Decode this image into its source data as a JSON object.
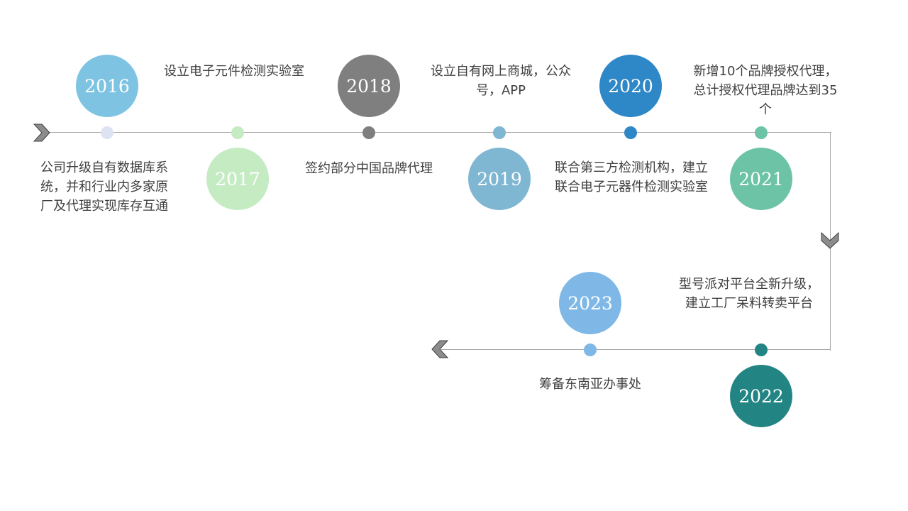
{
  "timeline": {
    "line_color": "#a6a6a6",
    "arrow_color": "#8c8c8c",
    "events": [
      {
        "year": "2016",
        "text": "公司升级自有数据库系统，并和行业内多家原厂及代理实现库存互通",
        "color": "#7ec4e2",
        "dot_color": "#dde3f2"
      },
      {
        "year": "2017",
        "text": "设立电子元件检测实验室",
        "color": "#c5ebc3",
        "dot_color": "#c5ebc3"
      },
      {
        "year": "2018",
        "text": "签约部分中国品牌代理",
        "color": "#7f7f7f",
        "dot_color": "#7f7f7f"
      },
      {
        "year": "2019",
        "text": "设立自有网上商城，公众号，APP",
        "color": "#7fb6d2",
        "dot_color": "#7fb6d2"
      },
      {
        "year": "2020",
        "text": "联合第三方检测机构，建立联合电子元器件检测实验室",
        "color": "#2e87c6",
        "dot_color": "#2e87c6"
      },
      {
        "year": "2021",
        "text": "新增10个品牌授权代理，总计授权代理品牌达到35个",
        "color": "#6cc3a6",
        "dot_color": "#6cc3a6"
      },
      {
        "year": "2022",
        "text": "型号派对平台全新升级，建立工厂呆料转卖平台",
        "color": "#238484",
        "dot_color": "#238484"
      },
      {
        "year": "2023",
        "text": "筹备东南亚办事处",
        "color": "#7fb8e6",
        "dot_color": "#7fb8e6"
      }
    ]
  }
}
